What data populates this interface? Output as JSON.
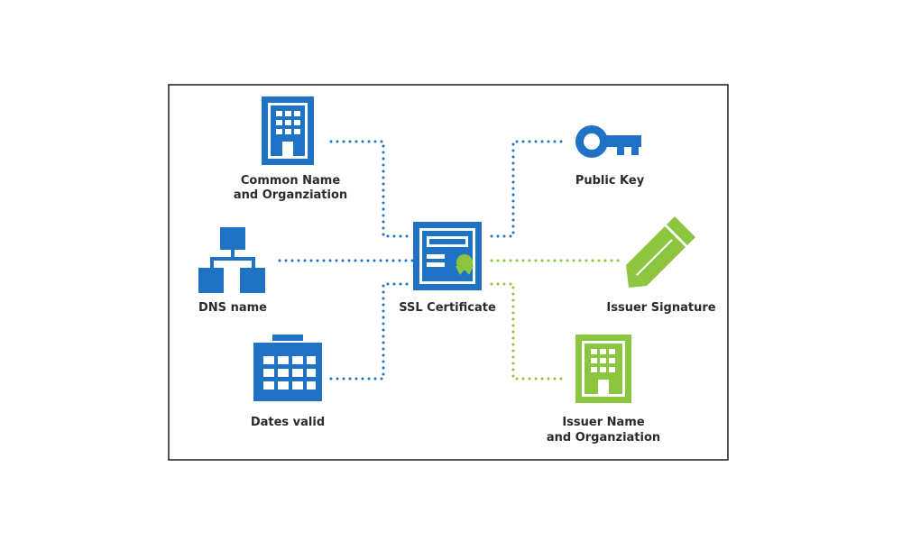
{
  "colors": {
    "blue": "#1f72c4",
    "green": "#8cc63e",
    "text": "#2b2b2b",
    "frame": "#1a1a1a"
  },
  "nodes": {
    "common_name": {
      "icon": "building-icon",
      "line1": "Common Name",
      "line2": "and Organziation"
    },
    "dns_name": {
      "icon": "hierarchy-icon",
      "label": "DNS name"
    },
    "dates_valid": {
      "icon": "calendar-icon",
      "label": "Dates valid"
    },
    "ssl_certificate": {
      "icon": "certificate-icon",
      "label": "SSL Certificate"
    },
    "public_key": {
      "icon": "key-icon",
      "label": "Public Key"
    },
    "issuer_signature": {
      "icon": "pencil-icon",
      "label": "Issuer Signature"
    },
    "issuer_name": {
      "icon": "building-icon",
      "line1": "Issuer Name",
      "line2": "and Organziation"
    }
  }
}
